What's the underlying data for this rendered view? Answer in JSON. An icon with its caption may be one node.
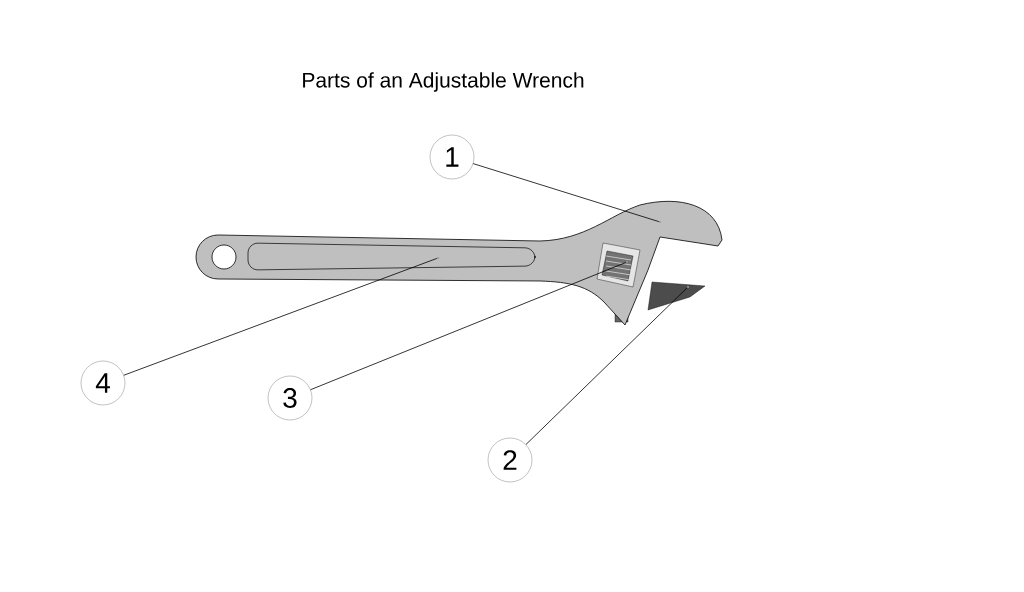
{
  "diagram": {
    "title": "Parts of an Adjustable Wrench",
    "nodes": [
      {
        "text": [
          "1"
        ]
      },
      {
        "text": [
          "4"
        ]
      },
      {
        "text": [
          "3"
        ]
      },
      {
        "text": [
          "2"
        ]
      },
      {
        "text": [],
        "shape": "picture"
      },
      {
        "text": [],
        "shape": "picture"
      },
      {
        "text": [],
        "shape": "picture"
      },
      {
        "text": [],
        "shape": "picture"
      }
    ],
    "edges": [
      {
        "from": 0,
        "to": 6,
        "arrow": "none"
      },
      {
        "from": 1,
        "to": 4,
        "arrow": "none"
      },
      {
        "from": 2,
        "to": 5,
        "arrow": "none"
      },
      {
        "from": 3,
        "to": 7,
        "arrow": "none"
      }
    ]
  }
}
